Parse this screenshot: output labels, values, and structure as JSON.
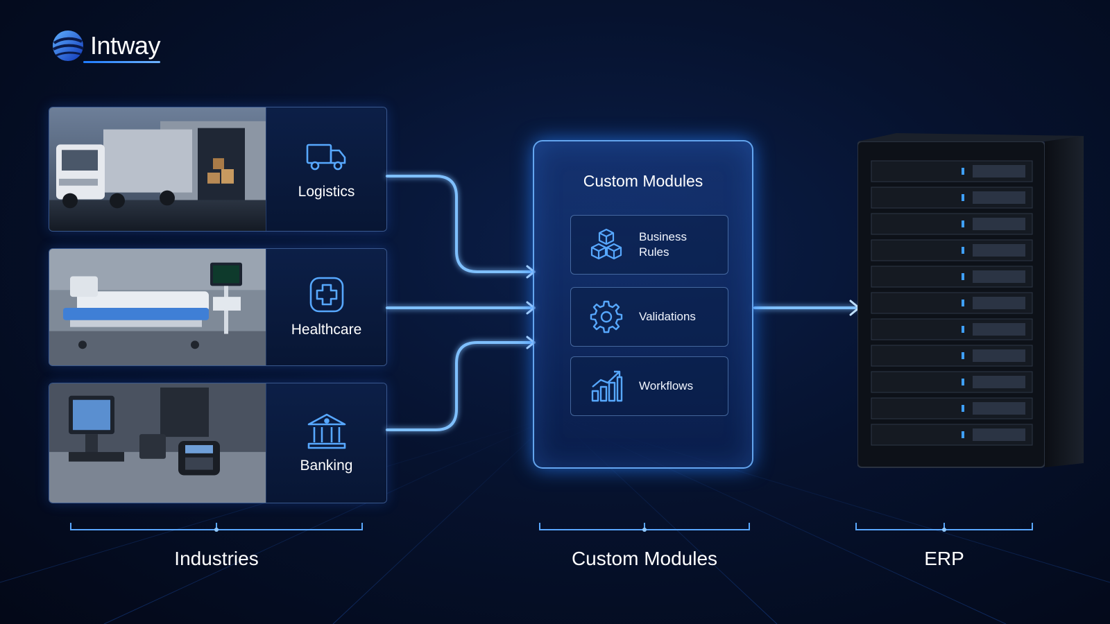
{
  "logo": {
    "text": "Intway",
    "icon": "globe-swirl-icon"
  },
  "industries": [
    {
      "label": "Logistics",
      "icon": "truck-icon"
    },
    {
      "label": "Healthcare",
      "icon": "medical-cross-icon"
    },
    {
      "label": "Banking",
      "icon": "bank-building-icon"
    }
  ],
  "modules_panel": {
    "title": "Custom Modules",
    "items": [
      {
        "label": "Business Rules",
        "icon": "cubes-icon"
      },
      {
        "label": "Validations",
        "icon": "gear-icon"
      },
      {
        "label": "Workflows",
        "icon": "growth-chart-icon"
      }
    ]
  },
  "sections": {
    "industries": "Industries",
    "modules": "Custom Modules",
    "erp": "ERP"
  },
  "colors": {
    "background": "#06122e",
    "accent_glow": "#2f8cff",
    "line": "#7fc0ff",
    "text": "#ffffff"
  }
}
